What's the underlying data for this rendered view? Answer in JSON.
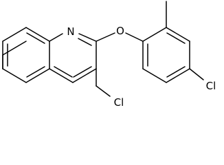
{
  "structure": {
    "atom_labels": {
      "nitrogen": "N",
      "ether_oxygen": "O",
      "aryl_chlorine": "Cl",
      "chloromethyl_chlorine": "Cl"
    }
  }
}
